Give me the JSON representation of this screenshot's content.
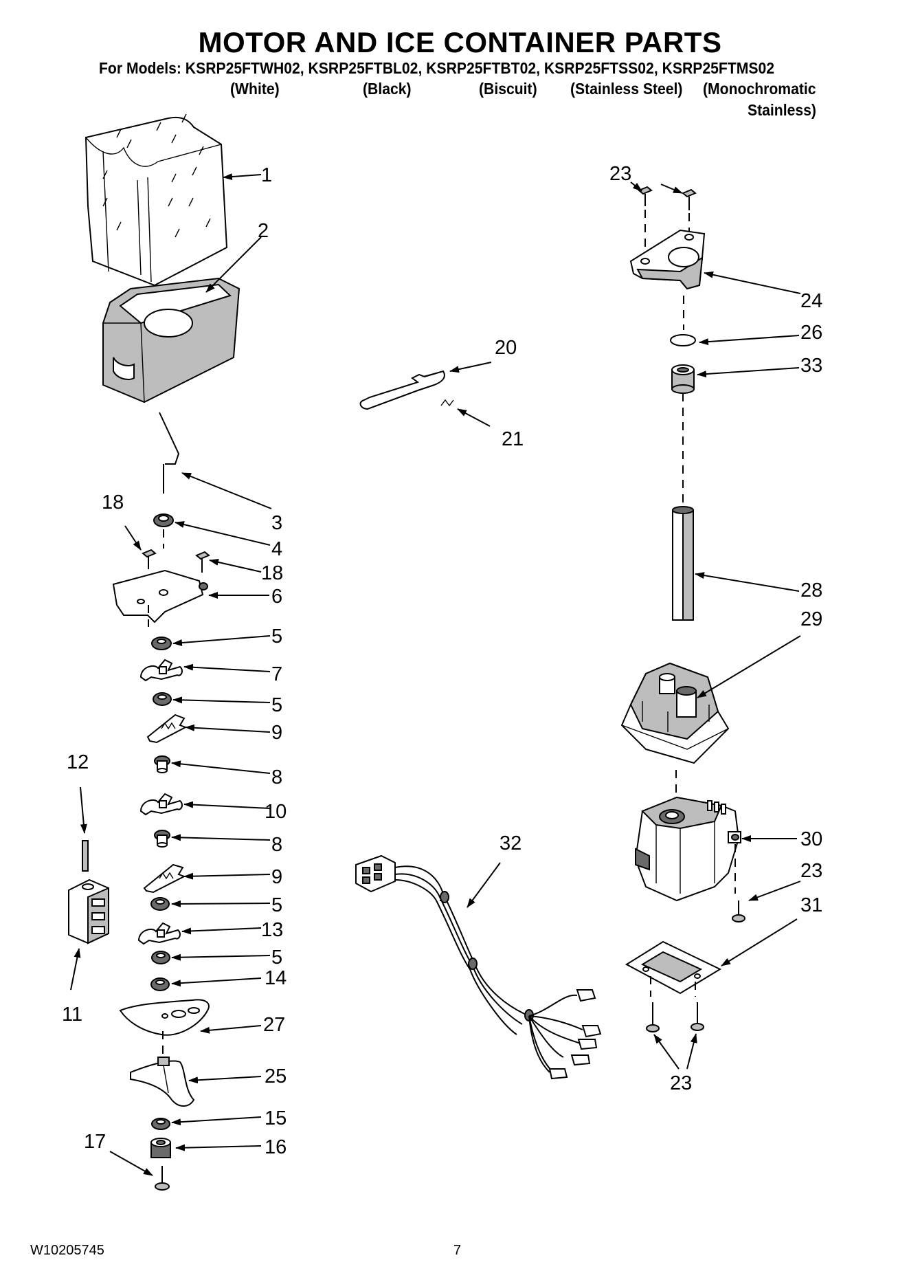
{
  "header": {
    "title": "MOTOR AND ICE CONTAINER PARTS",
    "models_prefix": "For Models:",
    "models": [
      {
        "model": "KSRP25FTWH02",
        "colour": "(White)"
      },
      {
        "model": "KSRP25FTBL02",
        "colour": "(Black)"
      },
      {
        "model": "KSRP25FTBT02",
        "colour": "(Biscuit)"
      },
      {
        "model": "KSRP25FTSS02",
        "colour": "(Stainless Steel)"
      },
      {
        "model": "KSRP25FTMS02",
        "colour": "(Monochromatic",
        "colour_line2": "Stainless)"
      }
    ]
  },
  "footer": {
    "document_number": "W10205745",
    "page_number": "7"
  },
  "callouts": {
    "c1": "1",
    "c2": "2",
    "c3": "3",
    "c4": "4",
    "c5a": "5",
    "c5b": "5",
    "c5c": "5",
    "c5d": "5",
    "c6": "6",
    "c7": "7",
    "c8a": "8",
    "c8b": "8",
    "c9a": "9",
    "c9b": "9",
    "c10": "10",
    "c11": "11",
    "c12": "12",
    "c13": "13",
    "c14": "14",
    "c15": "15",
    "c16": "16",
    "c17": "17",
    "c18a": "18",
    "c18b": "18",
    "c20": "20",
    "c21": "21",
    "c23a": "23",
    "c23b": "23",
    "c23c": "23",
    "c24": "24",
    "c25": "25",
    "c26": "26",
    "c27": "27",
    "c28": "28",
    "c29": "29",
    "c30": "30",
    "c31": "31",
    "c32": "32",
    "c33": "33"
  }
}
